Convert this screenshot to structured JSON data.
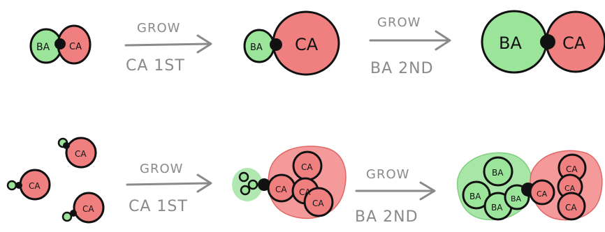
{
  "colors": {
    "green": "#9be59b",
    "red": "#f08080",
    "outline": "#111111",
    "arrow": "#8a8a8a",
    "halo_green": "#a8e6a8",
    "halo_red": "#f59a9a"
  },
  "labels": {
    "b": "BA",
    "c": "CA",
    "b_sub": "A",
    "c_sub": "A"
  },
  "arrows": [
    {
      "top": "GROW",
      "bottom": "CA 1ST"
    },
    {
      "top": "GROW",
      "bottom": "BA 2ND"
    },
    {
      "top": "GROW",
      "bottom": "CA 1ST"
    },
    {
      "top": "GROW",
      "bottom": "BA 2ND"
    }
  ]
}
